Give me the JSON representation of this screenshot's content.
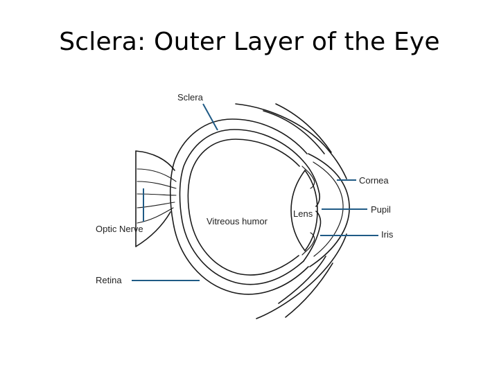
{
  "title": "Sclera: Outer Layer of the Eye",
  "labels": {
    "sclera": "Sclera",
    "cornea": "Cornea",
    "pupil": "Pupil",
    "iris": "Iris",
    "lens": "Lens",
    "vitreous": "Vitreous humor",
    "optic_nerve": "Optic Nerve",
    "retina": "Retina"
  },
  "colors": {
    "leader_line": "#1f5a85",
    "outline": "#1a1a1a",
    "label_text": "#222222"
  }
}
